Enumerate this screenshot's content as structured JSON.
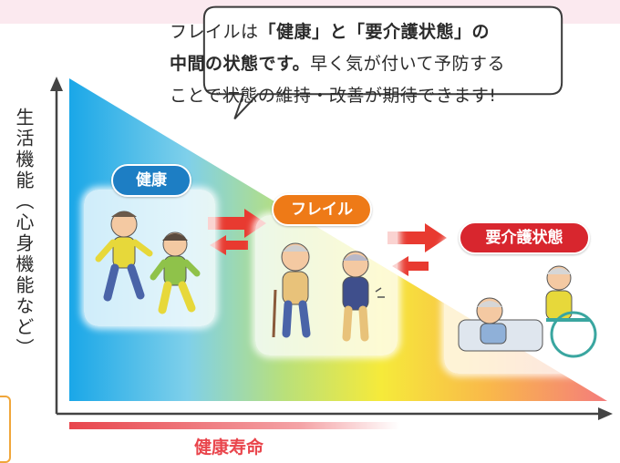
{
  "speech_bubble": {
    "line1_plain": "フレイルは",
    "line1_bold": "「健康」と「要介護状態」の",
    "line2_bold": "中間の状態です。",
    "line2_plain": "早く気が付いて予防する",
    "line3_plain": "ことで状態の維持・改善が期待できます!"
  },
  "y_axis_label": "生活機能（心身機能など）",
  "stages": {
    "health": "健康",
    "frail": "フレイル",
    "care": "要介護状態"
  },
  "x_axis_label": "健康寿命",
  "colors": {
    "health": "#1d7ec4",
    "frail": "#ee7a17",
    "care": "#d8262e",
    "arrow": "#e83a30",
    "lifespan": "#e9454c"
  }
}
